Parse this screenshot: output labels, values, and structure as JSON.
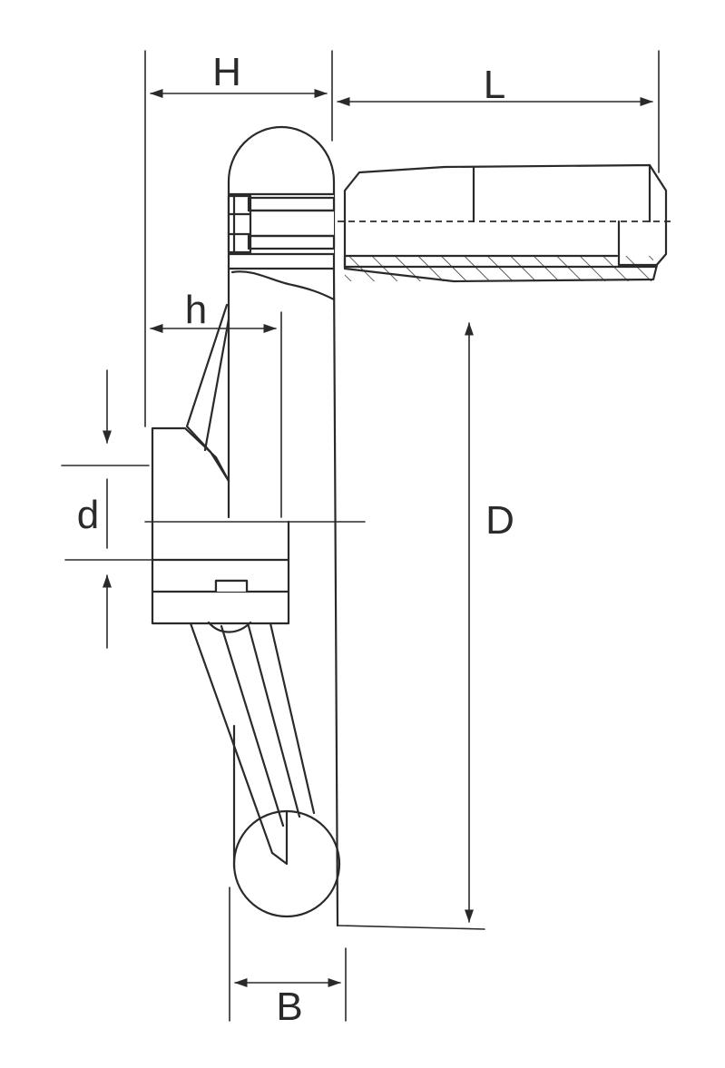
{
  "diagram": {
    "labels": {
      "H": "H",
      "L": "L",
      "h": "h",
      "d": "d",
      "D": "D",
      "B": "B"
    },
    "line_color": "#2a2a2a",
    "background": "#ffffff"
  }
}
